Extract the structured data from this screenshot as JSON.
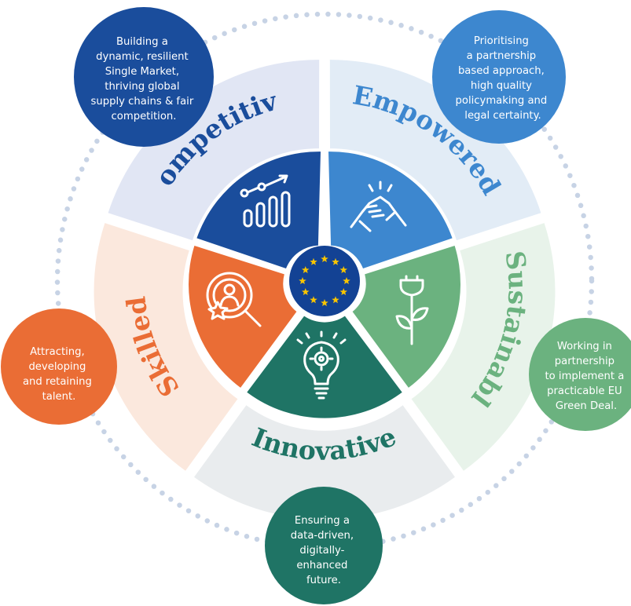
{
  "colors": {
    "competitive": "#1a4d9c",
    "empowered": "#3d87cf",
    "sustainable": "#6bb27f",
    "innovative": "#1f7465",
    "skilled": "#ea6d35",
    "center": "#134294",
    "dots": "#c7d3e5",
    "star": "#f7c400"
  },
  "segments": {
    "competitive": {
      "label": "Competitive",
      "icon": "growth-chart-icon"
    },
    "empowered": {
      "label": "Empowered",
      "icon": "handshake-icon"
    },
    "sustainable": {
      "label": "Sustainable",
      "icon": "plant-plug-icon"
    },
    "innovative": {
      "label": "Innovative",
      "icon": "lightbulb-gear-icon"
    },
    "skilled": {
      "label": "Skilled",
      "icon": "talent-search-icon"
    }
  },
  "center": {
    "icon": "eu-flag-stars-icon"
  },
  "bubbles": {
    "competitive": [
      "Building a",
      "dynamic, resilient",
      "Single Market,",
      "thriving global",
      "supply chains & fair",
      "competition."
    ],
    "empowered": [
      "Prioritising",
      "a partnership",
      "based approach,",
      "high quality",
      "policymaking and",
      "legal certainty."
    ],
    "sustainable": [
      "Working in",
      "partnership",
      "to implement a",
      "practicable EU",
      "Green Deal."
    ],
    "innovative": [
      "Ensuring a",
      "data-driven,",
      "digitally-",
      "enhanced",
      "future."
    ],
    "skilled": [
      "Attracting,",
      "developing",
      "and retaining",
      "talent."
    ]
  }
}
